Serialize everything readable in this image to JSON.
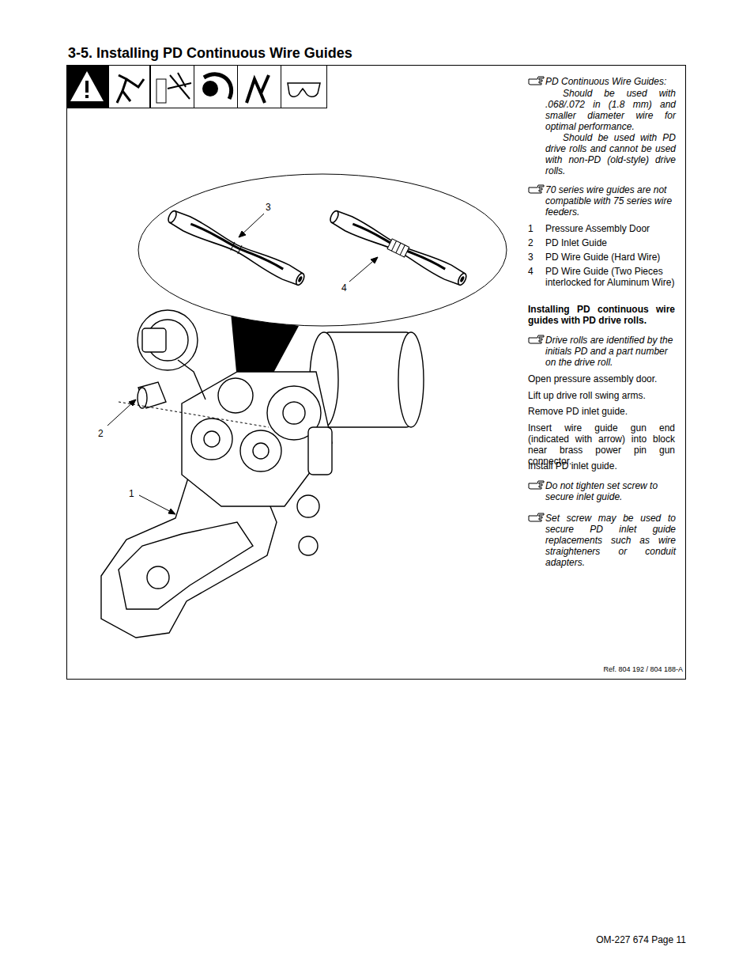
{
  "diagram": {
    "title": "3-5. Installing PD Continuous Wire Guides",
    "labels": [
      "PD Continuous Wire Guides:",
      "Should be used with .068/.072 in (1.8 mm) and smaller diameter wire for optimal performance.",
      "Should be used with PD drive rolls and cannot be used with non-PD (old-style) drive rolls.",
      "70 series wire guides are not compatible with 75 series wire feeders.",
      "1",
      "Pressure Assembly Door",
      "2",
      "PD Inlet Guide",
      "3",
      "PD Wire Guide (Hard Wire)",
      "4",
      "PD Wire Guide (Two Pieces interlocked for Aluminum Wire)",
      "Installing PD continuous wire guides with PD drive rolls.",
      "Drive rolls are identified by the initials PD and a part number on the drive roll.",
      "Open pressure assembly door.",
      "Lift up drive roll swing arms.",
      "Remove PD inlet guide.",
      "Insert wire guide gun end (indicated with arrow) into block near brass power pin gun connector.",
      "Install PD inlet guide.",
      "Do not tighten set screw to secure inlet guide.",
      "Set screw may be used to secure PD inlet guide replacements such as wire straighteners or conduit adapters.",
      "3",
      "4",
      "2",
      "1",
      "Ref. 804 192 / 804 188-A",
      "OM-227 674 Page 11"
    ]
  }
}
